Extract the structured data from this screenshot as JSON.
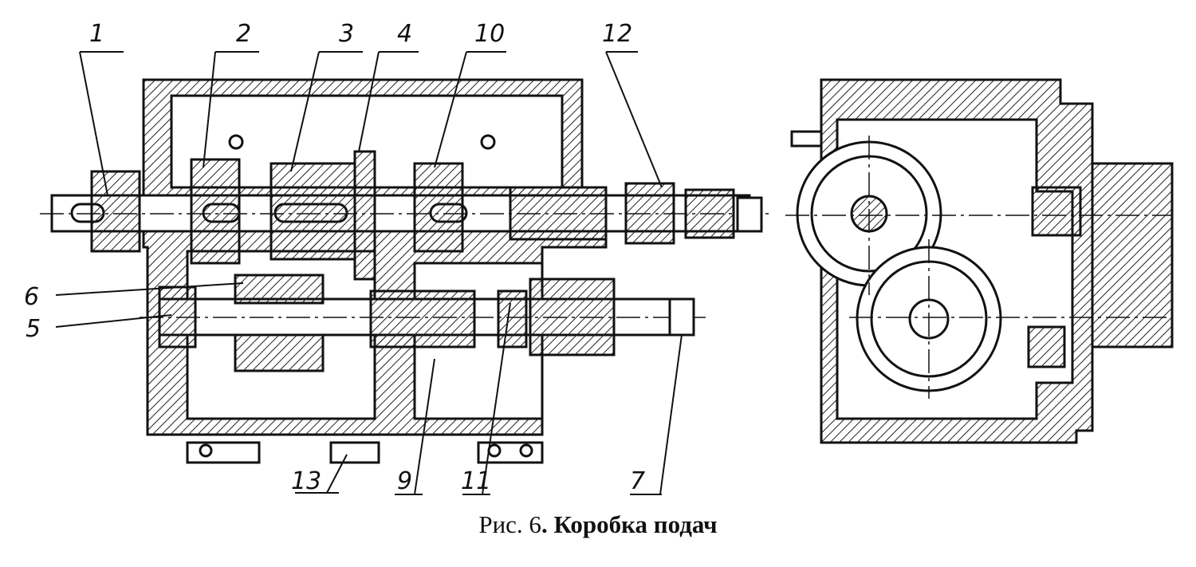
{
  "labels": {
    "l1": "1",
    "l2": "2",
    "l3": "3",
    "l4": "4",
    "l10": "10",
    "l12": "12",
    "l6": "6",
    "l5": "5",
    "l13": "13",
    "l9": "9",
    "l11": "11",
    "l7": "7"
  },
  "caption": {
    "prefix": "Рис. 6",
    "title": ". Коробка подач"
  }
}
